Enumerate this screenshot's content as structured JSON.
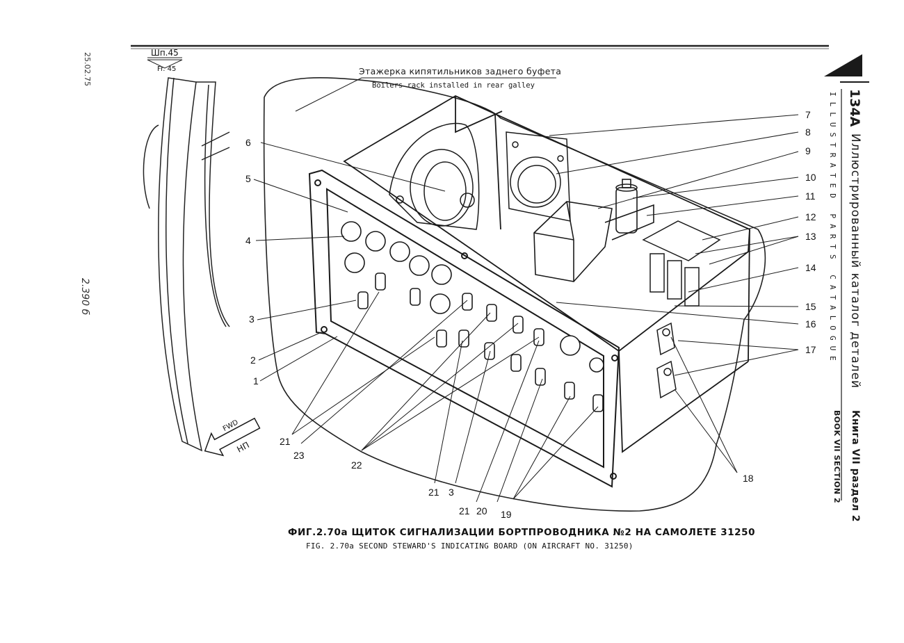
{
  "header": {
    "frame_ru": "Шп.45",
    "frame_en": "Fr. 45",
    "rack_ru": "Этажерка кипятильников заднего буфета",
    "rack_en": "Boilers rack installed in rear galley",
    "side_date": "25.02.75",
    "side_code": "2.390 б"
  },
  "sidebar": {
    "model": "134A",
    "title_ru": "Иллюстрированный каталог деталей",
    "title_en": "ILLUSTRATED PARTS CATALOGUE",
    "book_ru": "Книга VII раздел 2",
    "book_en": "BOOK VII SECTION 2"
  },
  "arrow": {
    "en": "FWD",
    "ru": "НП"
  },
  "callouts": {
    "n1": "1",
    "n2": "2",
    "n3": "3",
    "n4": "4",
    "n5": "5",
    "n6": "6",
    "n7": "7",
    "n8": "8",
    "n9": "9",
    "n10": "10",
    "n11": "11",
    "n12": "12",
    "n13": "13",
    "n14": "14",
    "n15": "15",
    "n16": "16",
    "n17": "17",
    "n18": "18",
    "b19": "19",
    "b20": "20",
    "b21a": "21",
    "b21b": "21",
    "b21c": "21",
    "b22": "22",
    "b23": "23",
    "b3": "3"
  },
  "caption": {
    "ru": "ФИГ.2.70а ЩИТОК СИГНАЛИЗАЦИИ БОРТПРОВОДНИКА №2 НА САМОЛЕТЕ 31250",
    "en": "FIG. 2.70a SECOND STEWARD'S INDICATING BOARD (ON AIRCRAFT NO. 31250)"
  }
}
